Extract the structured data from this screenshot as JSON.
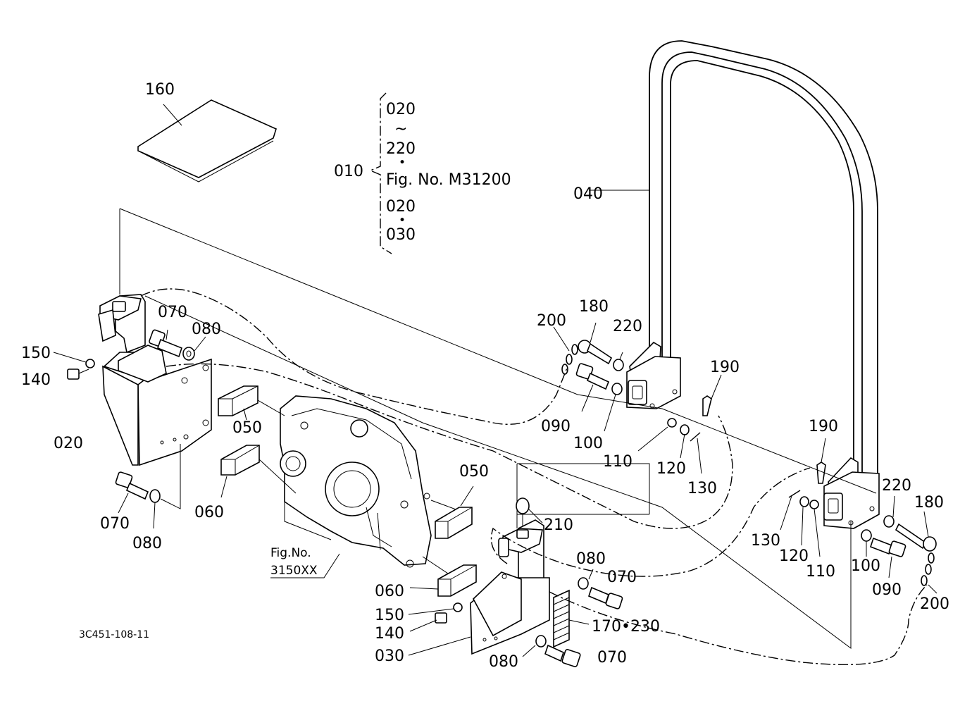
{
  "doc_code": "3C451-108-11",
  "group_bracket": {
    "parent": "010",
    "lines": [
      "020",
      "~",
      "220",
      "•",
      "Fig. No. M31200",
      "020",
      "•",
      "030"
    ]
  },
  "fig_ref": {
    "line1": "Fig.No.",
    "line2": "3150XX"
  },
  "labels": {
    "l160": "160",
    "l040": "040",
    "l070_a": "070",
    "l080_a": "080",
    "l150_a": "150",
    "l140_a": "140",
    "l020": "020",
    "l050_a": "050",
    "l060_a": "060",
    "l070_b": "070",
    "l080_b": "080",
    "l200_a": "200",
    "l180_a": "180",
    "l220_a": "220",
    "l190_a": "190",
    "l090_a": "090",
    "l100_a": "100",
    "l110_a": "110",
    "l120_a": "120",
    "l130_a": "130",
    "l190_b": "190",
    "l220_b": "220",
    "l180_b": "180",
    "l130_b": "130",
    "l120_b": "120",
    "l110_b": "110",
    "l100_b": "100",
    "l090_b": "090",
    "l200_b": "200",
    "l050_b": "050",
    "l210": "210",
    "l080_c": "080",
    "l070_c": "070",
    "l060_b": "060",
    "l150_b": "150",
    "l140_b": "140",
    "l170_230": "170•230",
    "l030": "030",
    "l080_d": "080",
    "l070_d": "070"
  }
}
